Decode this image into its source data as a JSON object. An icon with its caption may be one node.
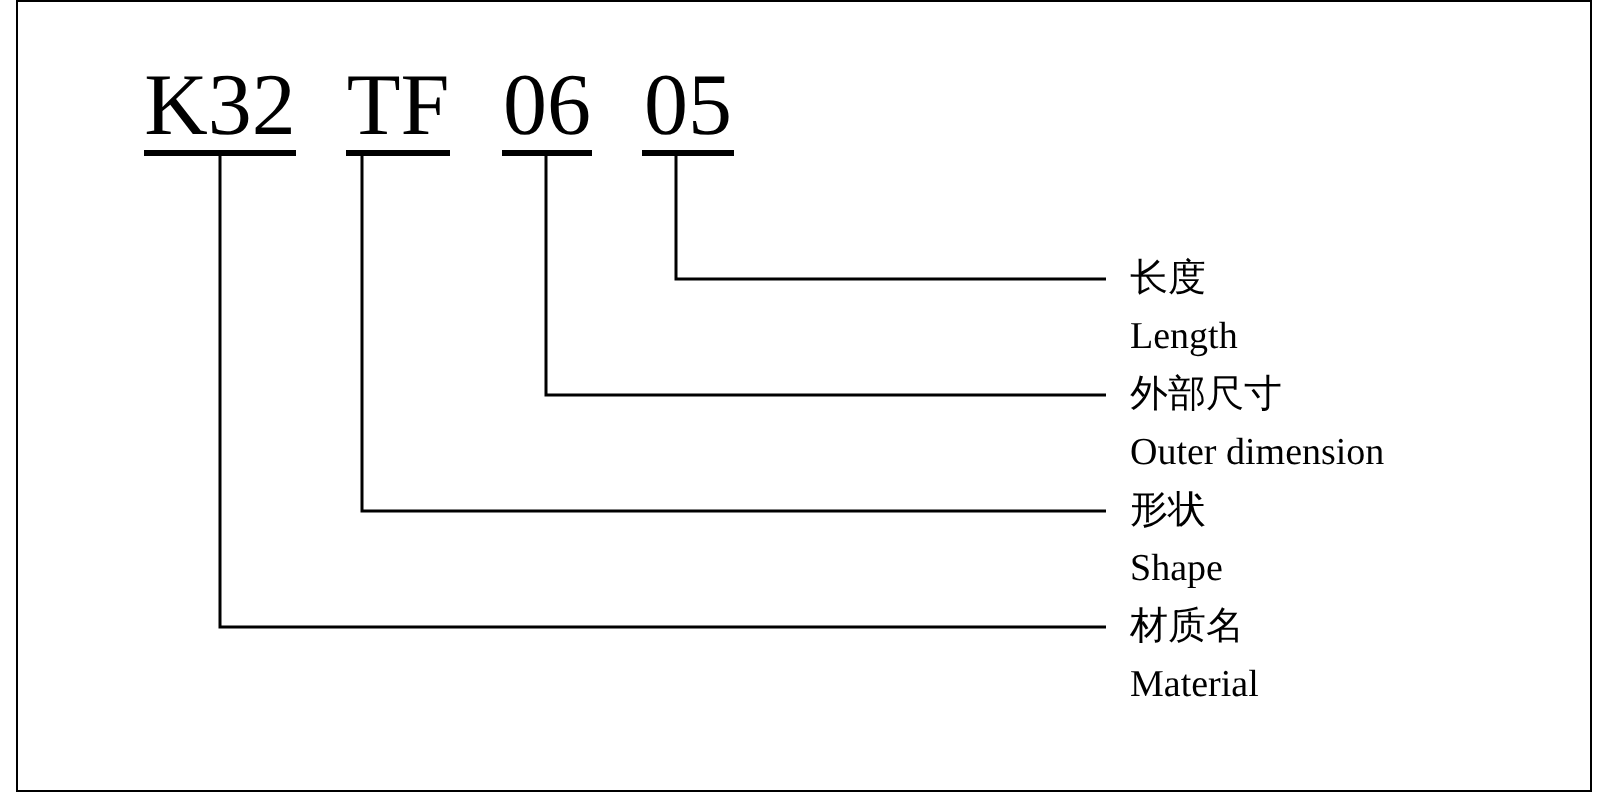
{
  "diagram": {
    "nodes": [
      {
        "text": [
          "K32"
        ]
      },
      {
        "text": [
          "TF"
        ]
      },
      {
        "text": [
          "06"
        ]
      },
      {
        "text": [
          "05"
        ]
      },
      {
        "text": [
          "长度",
          "Length"
        ]
      },
      {
        "text": [
          "外部尺寸",
          "Outer dimension"
        ]
      },
      {
        "text": [
          "形状",
          "Shape"
        ]
      },
      {
        "text": [
          "材质名",
          "Material"
        ]
      }
    ],
    "edges": [
      {
        "from": 3,
        "to": 4,
        "arrow": "none"
      },
      {
        "from": 2,
        "to": 5,
        "arrow": "none"
      },
      {
        "from": 1,
        "to": 6,
        "arrow": "none"
      },
      {
        "from": 0,
        "to": 7,
        "arrow": "none"
      }
    ]
  }
}
